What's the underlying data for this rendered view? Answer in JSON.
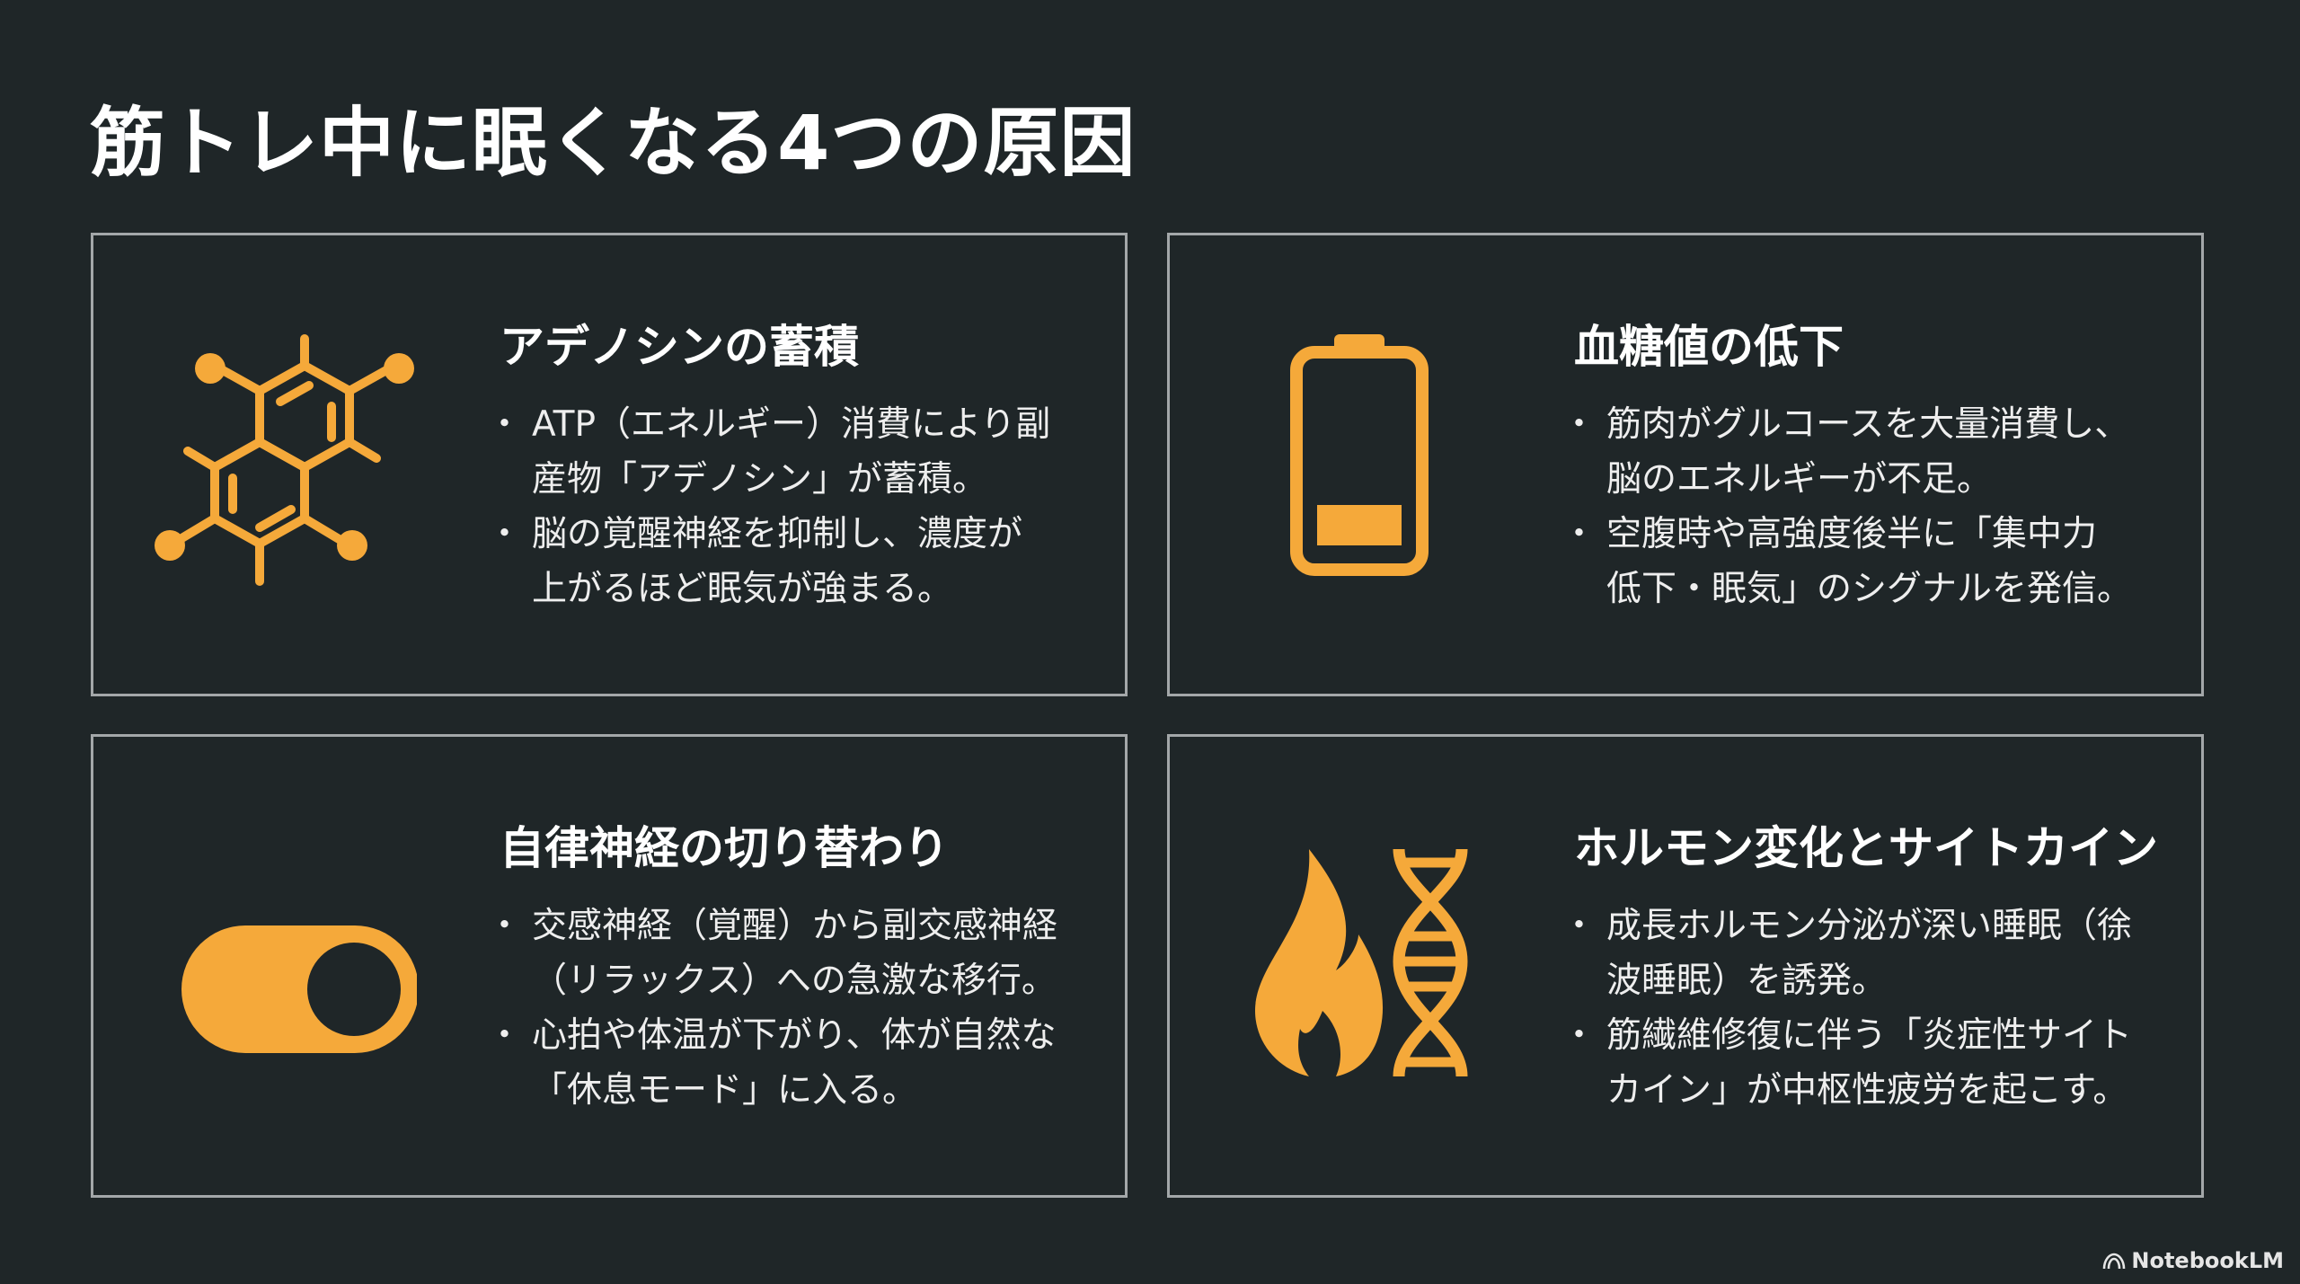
{
  "title": "筋トレ中に眠くなる4つの原因",
  "accent_color": "#f5a93a",
  "cards": [
    {
      "icon": "molecule-icon",
      "heading": "アデノシンの蓄積",
      "bullets": [
        {
          "lines": [
            "ATP（エネルギー）消費により副",
            "産物「アデノシン」が蓄積。"
          ]
        },
        {
          "lines": [
            "脳の覚醒神経を抑制し、濃度が",
            "上がるほど眠気が強まる。"
          ]
        }
      ]
    },
    {
      "icon": "low-battery-icon",
      "heading": "血糖値の低下",
      "bullets": [
        {
          "lines": [
            "筋肉がグルコースを大量消費し、",
            "脳のエネルギーが不足。"
          ]
        },
        {
          "lines": [
            "空腹時や高強度後半に「集中力",
            "低下・眠気」のシグナルを発信。"
          ]
        }
      ]
    },
    {
      "icon": "toggle-switch-icon",
      "heading": "自律神経の切り替わり",
      "bullets": [
        {
          "lines": [
            "交感神経（覚醒）から副交感神経",
            "（リラックス）への急激な移行。"
          ]
        },
        {
          "lines": [
            "心拍や体温が下がり、体が自然な",
            "「休息モード」に入る。"
          ]
        }
      ]
    },
    {
      "icon": "flame-dna-icon",
      "heading": "ホルモン変化とサイトカイン",
      "bullets": [
        {
          "lines": [
            "成長ホルモン分泌が深い睡眠（徐",
            "波睡眠）を誘発。"
          ]
        },
        {
          "lines": [
            "筋繊維修復に伴う「炎症性サイト",
            "カイン」が中枢性疲労を起こす。"
          ]
        }
      ]
    }
  ],
  "brand": "NotebookLM"
}
